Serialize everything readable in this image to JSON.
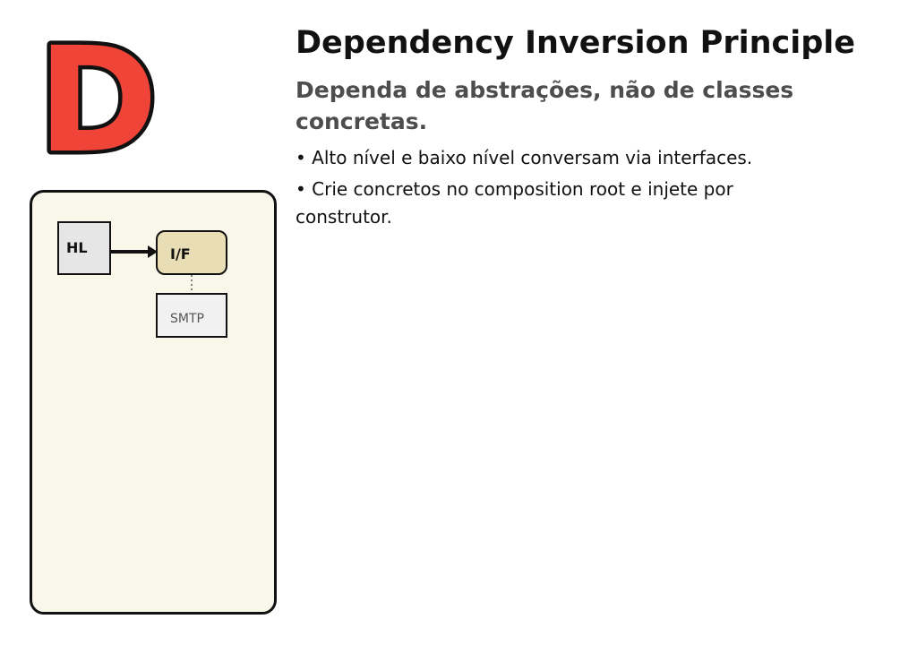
{
  "header": {
    "logo_letter": "D",
    "title": "Dependency Inversion Principle",
    "subtitle": "Dependa de abstrações, não de classes concretas."
  },
  "bullets": [
    "• Alto nível e baixo nível conversam via interfaces.",
    "• Crie concretos no composition root e injete por construtor."
  ],
  "diagram": {
    "high_level_label": "HL",
    "interface_label": "I/F",
    "implementation_label": "SMTP"
  },
  "colors": {
    "logo_fill": "#f04438",
    "logo_outline": "#111111",
    "panel_background": "#f9f6ea",
    "interface_fill": "#e8ddb5",
    "high_level_fill": "#e6e6e6",
    "implementation_fill": "#f1f1f1",
    "subtitle_text": "#4d4d4d"
  }
}
